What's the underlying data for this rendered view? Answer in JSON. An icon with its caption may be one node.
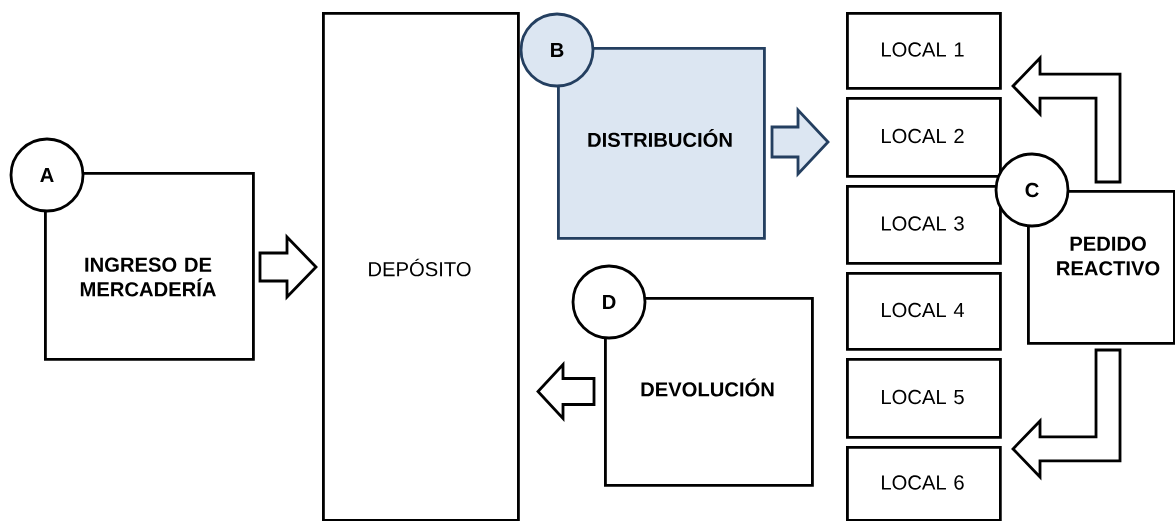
{
  "diagram": {
    "nodes": [
      {
        "text": [
          "A"
        ]
      },
      {
        "text": [
          "INGRESO DE MERCADERÍA"
        ]
      },
      {
        "text": [
          "DEPÓSITO"
        ]
      },
      {
        "text": [
          "B"
        ]
      },
      {
        "text": [
          "DISTRIBUCIÓN"
        ]
      },
      {
        "text": [
          "LOCAL 1"
        ]
      },
      {
        "text": [
          "LOCAL 2"
        ]
      },
      {
        "text": [
          "LOCAL 3"
        ]
      },
      {
        "text": [
          "LOCAL 4"
        ]
      },
      {
        "text": [
          "LOCAL 5"
        ]
      },
      {
        "text": [
          "LOCAL 6"
        ]
      },
      {
        "text": [
          "C"
        ]
      },
      {
        "text": [
          "PEDIDO REACTIVO"
        ]
      },
      {
        "text": [
          "D"
        ]
      },
      {
        "text": [
          "DEVOLUCIÓN"
        ]
      }
    ],
    "edges": [
      {
        "from": 1,
        "to": 2,
        "arrow": "to"
      },
      {
        "from": 4,
        "to": 6,
        "arrow": "to",
        "color": "#243f60"
      },
      {
        "from": 12,
        "to": 5,
        "arrow": "to"
      },
      {
        "from": 12,
        "to": 10,
        "arrow": "to"
      },
      {
        "from": 14,
        "to": 2,
        "arrow": "to"
      }
    ]
  }
}
